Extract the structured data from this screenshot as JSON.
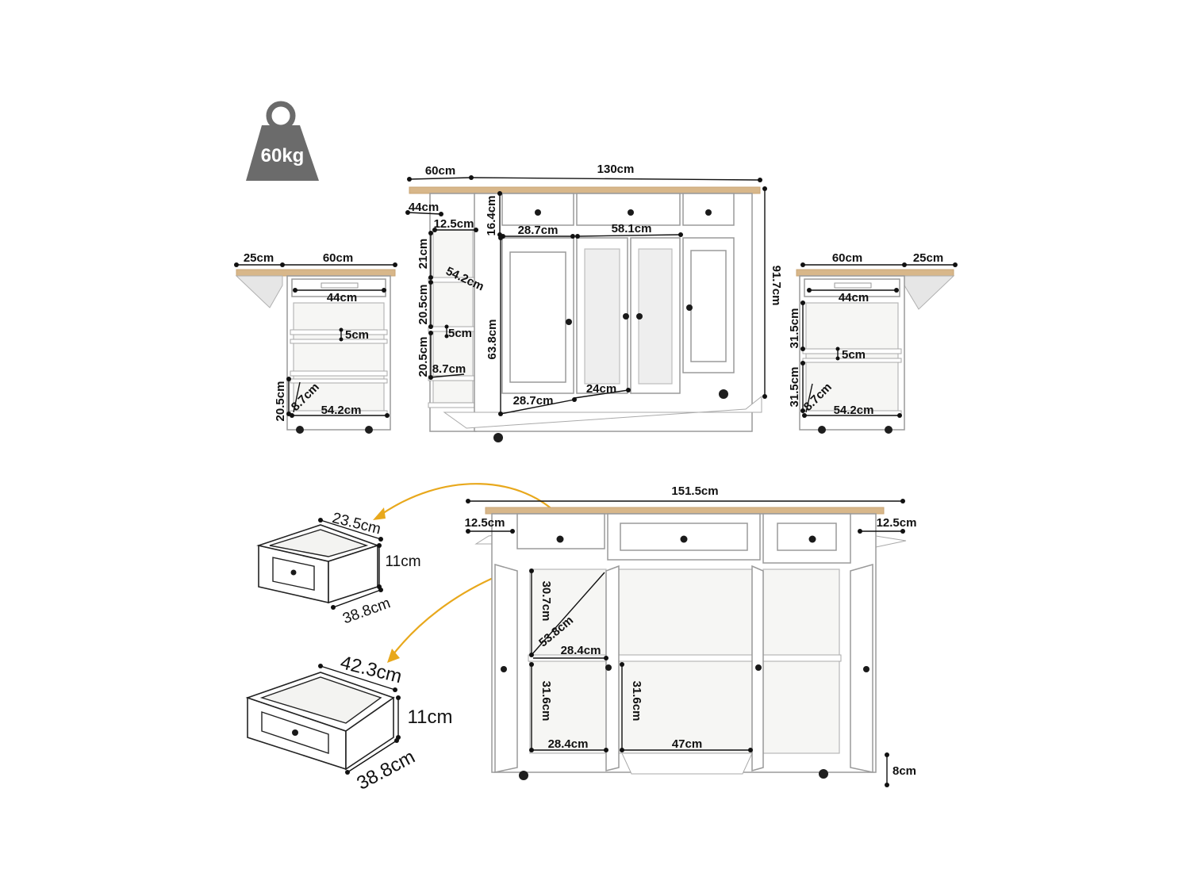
{
  "weight": {
    "label": "60kg",
    "icon": "weight-icon"
  },
  "colors": {
    "accent_arrow": "#e8a81c",
    "wood_top": "#d8b78a",
    "cabinet": "#ffffff",
    "weight_icon": "#6b6b6b"
  },
  "left_side_view": {
    "top_extension": "25cm",
    "depth": "60cm",
    "drawer_width": "44cm",
    "rail_height": "5cm",
    "shelf_height": "20.5cm",
    "shelf_depth_diag": "8.7cm",
    "shelf_width": "54.2cm"
  },
  "front_view": {
    "depth": "60cm",
    "width": "130cm",
    "side_drawer": "44cm",
    "side_rack_depth": "12.5cm",
    "drawer_height": "16.4cm",
    "left_drawer_width": "28.7cm",
    "middle_drawer_width": "58.1cm",
    "rack_h1": "21cm",
    "rack_diag": "54.2cm",
    "rack_h2": "20.5cm",
    "rack_rail": "5cm",
    "rack_h3": "20.5cm",
    "rack_depth": "8.7cm",
    "cabinet_height": "63.8cm",
    "total_height": "91.7cm",
    "bottom_left_width": "28.7cm",
    "bottom_middle_width": "24cm"
  },
  "right_side_view": {
    "depth": "60cm",
    "top_extension": "25cm",
    "drawer_width": "44cm",
    "shelf_h1": "31.5cm",
    "rail_height": "5cm",
    "shelf_h2": "31.5cm",
    "shelf_depth_diag": "8.7cm",
    "shelf_width": "54.2cm"
  },
  "small_drawer": {
    "width": "23.5cm",
    "height": "11cm",
    "depth": "38.8cm"
  },
  "large_drawer": {
    "width": "42.3cm",
    "height": "11cm",
    "depth": "38.8cm"
  },
  "open_view": {
    "total_width": "151.5cm",
    "left_overhang": "12.5cm",
    "right_overhang": "12.5cm",
    "left_upper_height": "30.7cm",
    "left_diag": "53.8cm",
    "left_shelf_width": "28.4cm",
    "left_lower_height": "31.6cm",
    "mid_lower_height": "31.6cm",
    "left_bottom_width": "28.4cm",
    "mid_bottom_width": "47cm",
    "foot_height": "8cm"
  }
}
